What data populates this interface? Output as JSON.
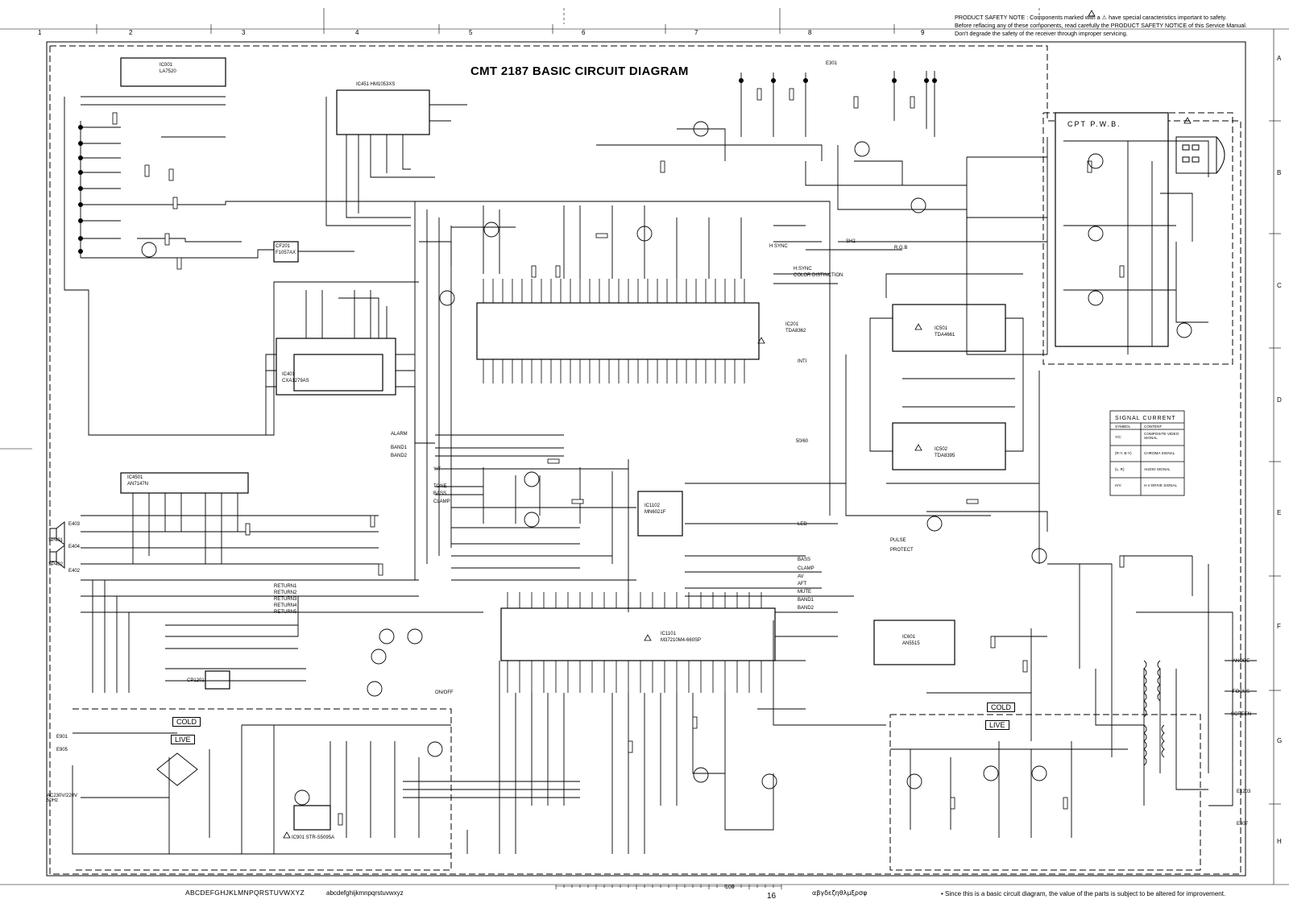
{
  "title": "CMT 2187 BASIC CIRCUIT DIAGRAM",
  "safety_note": [
    "PRODUCT SAFETY NOTE : Components marked with a ⚠ have special caracteristics important to safety.",
    "Before reflacing any of these components, read carefully the PRODUCT SAFETY NOTICE of this Service Manual.",
    "Don't degrade the safety of the receiver through improper servicing."
  ],
  "footnote": "• Since this is a basic circuit diagram, the value of the parts is subject to be altered for improvement.",
  "page_number": "16",
  "scale_label": "100",
  "alphabet_upper": "ABCDEFGHJKLMNPQRSTUVWXYZ",
  "alphabet_lower": "abcdefghijkmnpqrstuvwxyz",
  "greek_row": "αβγδεζηθλμξρσφ",
  "column_numbers": [
    "1",
    "2",
    "3",
    "4",
    "5",
    "6",
    "7",
    "8",
    "9"
  ],
  "row_letters": [
    "A",
    "B",
    "C",
    "D",
    "E",
    "F",
    "G",
    "H"
  ],
  "cpt_pwb_label": "CPT P.W.B.",
  "signal_current": {
    "title": "SIGNAL CURRENT",
    "header_symbol": "SYMBOL",
    "header_content": "CONTENT",
    "rows": [
      {
        "symbol": "Y/C",
        "content": "COMPOSITE VIDEO SIGNAL"
      },
      {
        "symbol": "(R-Y, B-Y)",
        "content": "CHROMA SIGNAL"
      },
      {
        "symbol": "(L, R)",
        "content": "AUDIO SIGNAL"
      },
      {
        "symbol": "H/V",
        "content": "H.V DRIVE SIGNAL"
      }
    ]
  },
  "zone_labels": {
    "cold_left": "COLD",
    "live_left": "LIVE",
    "cold_right": "COLD",
    "live_right": "LIVE"
  },
  "ic_labels": {
    "ic001": "IC001",
    "ic001_part": "LA7520",
    "ic451": "IC451 HM1053XS",
    "ic201": "IC201",
    "ic201_part": "TDA8362",
    "ic401": "IC401",
    "ic401_part": "CXA1279AS",
    "ic4501": "IC4501",
    "ic4501_part": "AN7147N",
    "ic1102": "IC1102",
    "ic1102_part": "MN6021F",
    "ic1101": "IC1101",
    "ic1101_part": "M37210M4-660SP",
    "ic501": "IC501",
    "ic501_part": "TDA4661",
    "ic502": "IC502",
    "ic502_part": "TDA8395",
    "ic601": "IC601",
    "ic601_part": "AN5515",
    "ic901": "IC901 STR-S5095A",
    "cf201": "CF201",
    "cf201_part": "F1057AX",
    "cp1201": "CP1201"
  },
  "signal_tags": [
    "ALARM",
    "BAND1",
    "BAND2",
    "H.SYNC",
    "Y/T",
    "TONE",
    "BASS",
    "CLAMP",
    "H SYNC",
    "SH2",
    "INTI",
    "50/60",
    "LED",
    "BASS",
    "CLAMP",
    "AFT",
    "MUTE",
    "RETURN1",
    "RETURN2",
    "RETURN3",
    "RETURN4",
    "RETURN5",
    "AV",
    "BAND1",
    "BAND2",
    "ON/OFF",
    "ANODE",
    "FOCUS",
    "SCREEN",
    "PULSE",
    "PROTECT",
    "COLOR DISTINCTION",
    "R.G.B"
  ],
  "connector_labels": [
    "E403",
    "E404",
    "E402",
    "E901",
    "E905",
    "E301",
    "E1203",
    "E307"
  ],
  "speaker_labels": [
    "SP401",
    "SP402"
  ],
  "ac_label": "AC230V/220V 50Hz"
}
